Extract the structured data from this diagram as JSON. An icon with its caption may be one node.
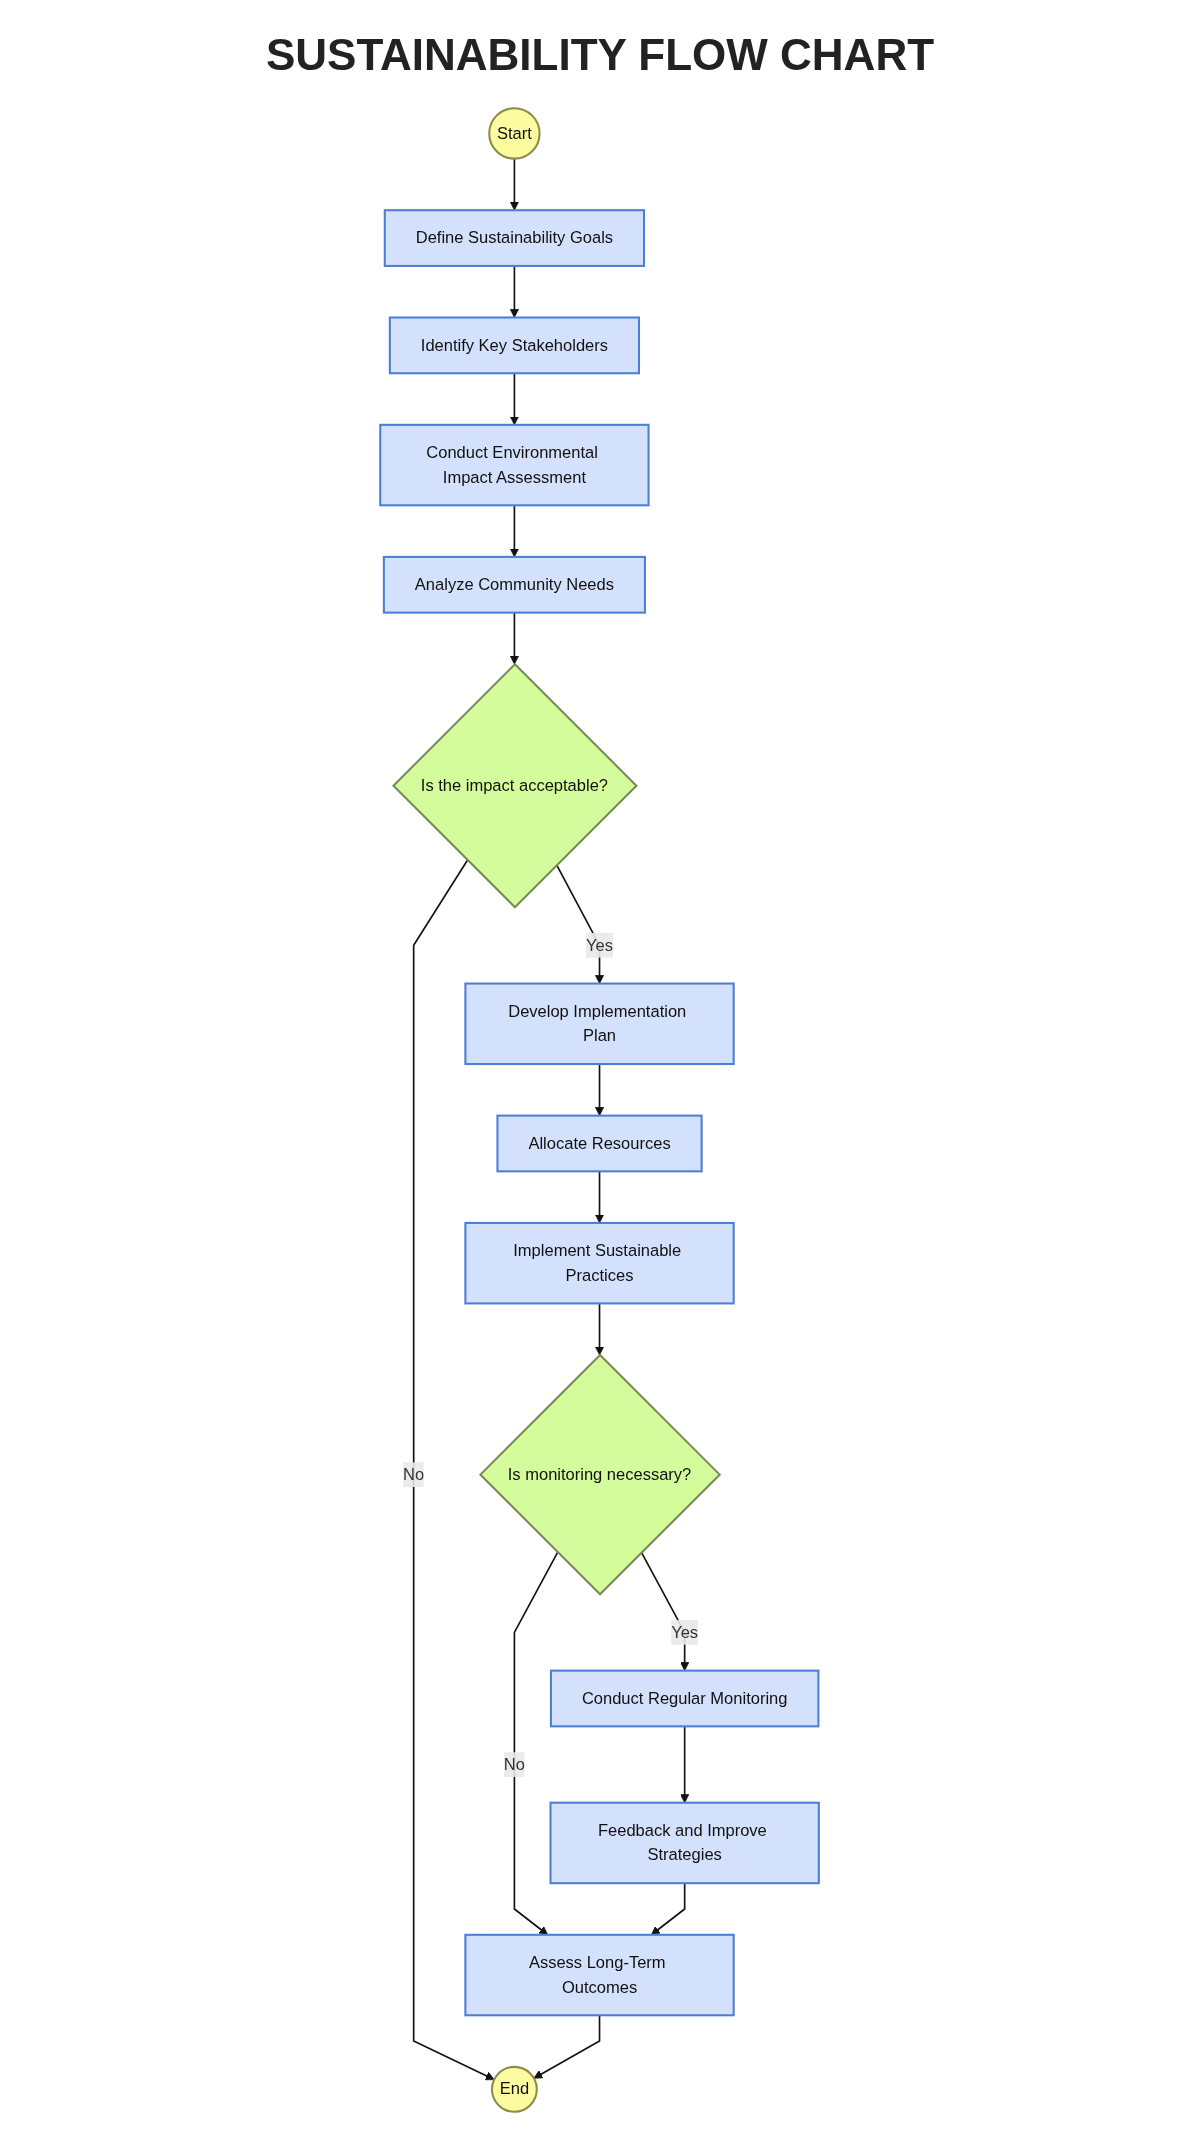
{
  "diagram": {
    "title": "SUSTAINABILITY FLOW CHART",
    "nodes": [
      {
        "text": [
          "Start"
        ]
      },
      {
        "text": [
          "Define Sustainability Goals"
        ]
      },
      {
        "text": [
          "Identify Key Stakeholders"
        ]
      },
      {
        "text": [
          "Conduct Environmental Impact Assessment"
        ]
      },
      {
        "text": [
          "Analyze Community Needs"
        ]
      },
      {
        "text": [
          "Is the impact acceptable?"
        ]
      },
      {
        "text": [
          "Develop Implementation Plan"
        ]
      },
      {
        "text": [
          "Allocate Resources"
        ]
      },
      {
        "text": [
          "Implement Sustainable Practices"
        ]
      },
      {
        "text": [
          "Is monitoring necessary?"
        ]
      },
      {
        "text": [
          "Conduct Regular Monitoring"
        ]
      },
      {
        "text": [
          "Feedback and Improve Strategies"
        ]
      },
      {
        "text": [
          "Assess Long-Term Outcomes"
        ]
      },
      {
        "text": [
          "End"
        ]
      }
    ],
    "edges": [
      {
        "from": 0,
        "to": 1,
        "arrow": "to"
      },
      {
        "from": 1,
        "to": 2,
        "arrow": "to"
      },
      {
        "from": 2,
        "to": 3,
        "arrow": "to"
      },
      {
        "from": 3,
        "to": 4,
        "arrow": "to"
      },
      {
        "from": 4,
        "to": 5,
        "arrow": "to"
      },
      {
        "from": 5,
        "to": 6,
        "label": "Yes",
        "arrow": "to"
      },
      {
        "from": 5,
        "to": 13,
        "label": "No",
        "arrow": "to"
      },
      {
        "from": 6,
        "to": 7,
        "arrow": "to"
      },
      {
        "from": 7,
        "to": 8,
        "arrow": "to"
      },
      {
        "from": 8,
        "to": 9,
        "arrow": "to"
      },
      {
        "from": 9,
        "to": 10,
        "label": "Yes",
        "arrow": "to"
      },
      {
        "from": 9,
        "to": 12,
        "label": "No",
        "arrow": "to"
      },
      {
        "from": 10,
        "to": 11,
        "arrow": "to"
      },
      {
        "from": 11,
        "to": 12,
        "arrow": "to"
      },
      {
        "from": 12,
        "to": 13,
        "arrow": "to"
      }
    ]
  }
}
